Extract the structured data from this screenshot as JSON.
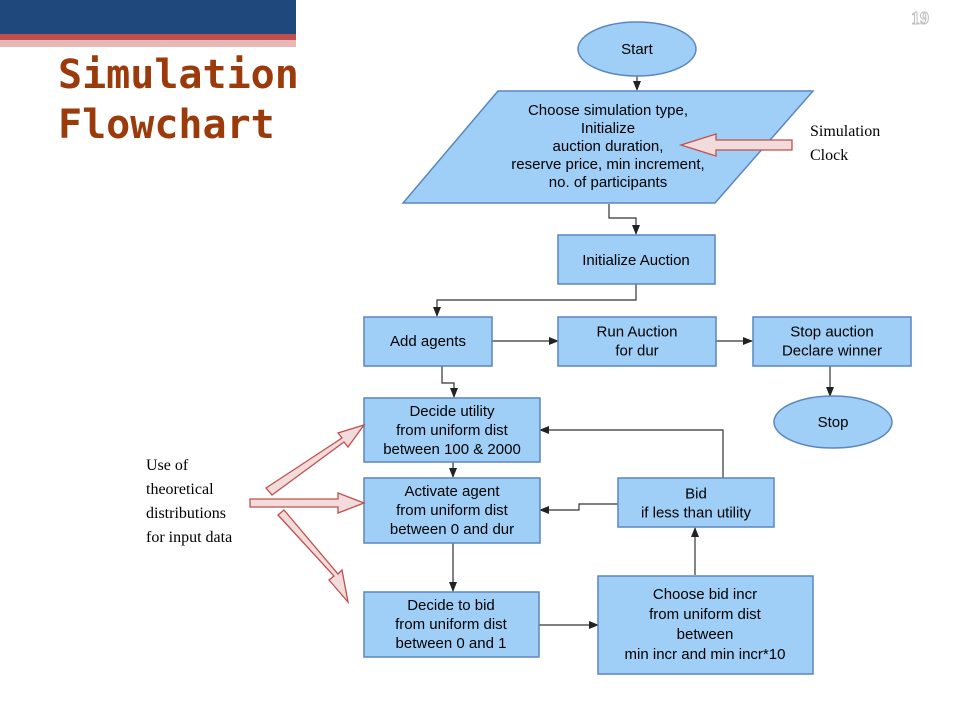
{
  "slide": {
    "number": "19",
    "title": "Simulation Flowchart"
  },
  "colors": {
    "header_bar": "#1f497d",
    "accent_red": "#c0504d",
    "accent_pink": "#e6b9b8",
    "title": "#9b3b0b",
    "node_fill": "#9fcff7",
    "node_stroke": "#5a86c0",
    "callout_arrow_fill": "#f2dcdb",
    "callout_arrow_stroke": "#c0504d"
  },
  "annotations": {
    "clock": "Simulation\nClock",
    "distributions": "Use of\ntheoretical\ndistributions\nfor input data"
  },
  "flowchart": {
    "start": {
      "lines": [
        "Start"
      ]
    },
    "choose_type": {
      "lines": [
        "Choose simulation type,",
        "Initialize",
        "auction duration,",
        "reserve price, min increment,",
        "no. of participants"
      ]
    },
    "init_auction": {
      "lines": [
        "Initialize Auction"
      ]
    },
    "add_agents": {
      "lines": [
        "Add agents"
      ]
    },
    "run_auction": {
      "lines": [
        "Run Auction",
        "for dur"
      ]
    },
    "stop_auction": {
      "lines": [
        "Stop auction",
        "Declare winner"
      ]
    },
    "stop": {
      "lines": [
        "Stop"
      ]
    },
    "decide_utility": {
      "lines": [
        "Decide utility",
        "from uniform dist",
        "between 100 & 2000"
      ]
    },
    "activate_agent": {
      "lines": [
        "Activate agent",
        "from uniform dist",
        "between 0 and dur"
      ]
    },
    "bid": {
      "lines": [
        "Bid",
        "if less than utility"
      ]
    },
    "decide_bid": {
      "lines": [
        "Decide to bid",
        "from uniform dist",
        "between 0 and 1"
      ]
    },
    "choose_incr": {
      "lines": [
        "Choose bid incr",
        "from uniform dist",
        "between",
        "min incr and min incr*10"
      ]
    }
  }
}
